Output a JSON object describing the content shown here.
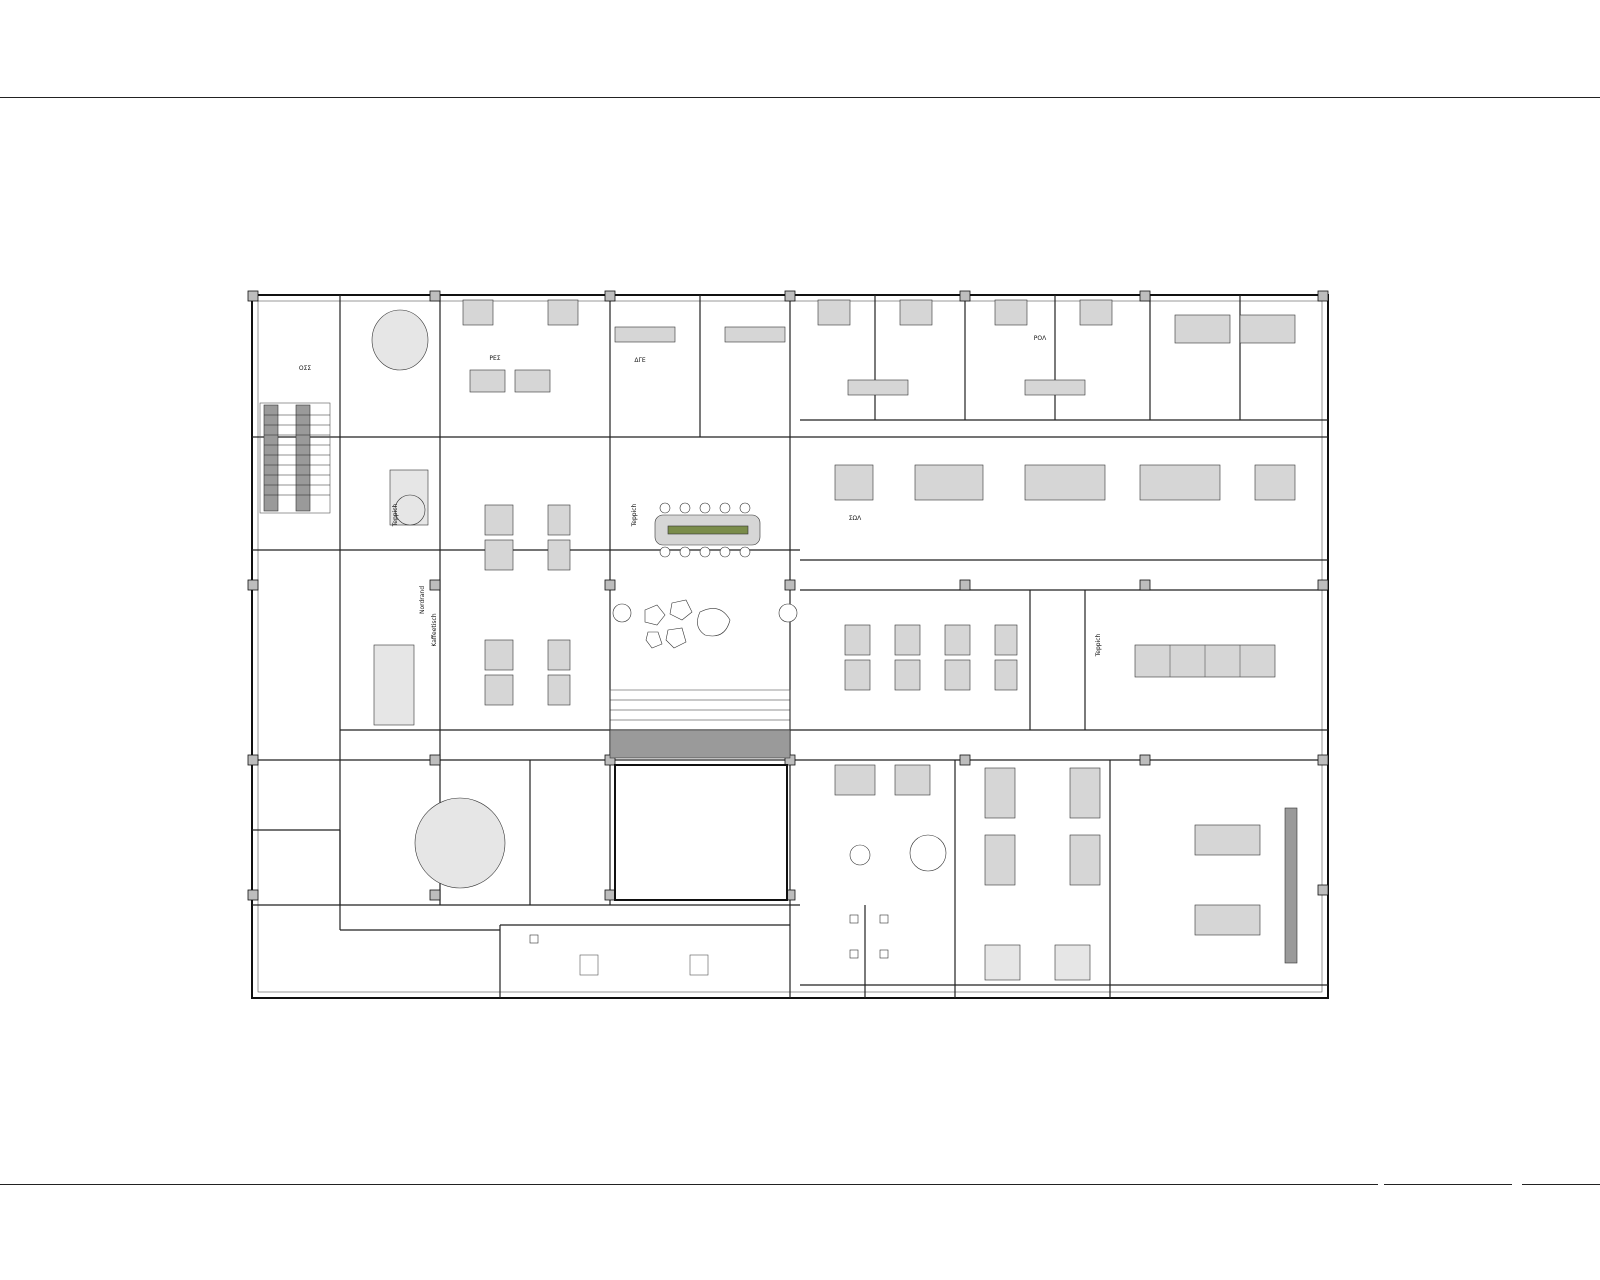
{
  "sheet": {
    "background": "#ffffff",
    "line_color": "#222222",
    "accent_green": "#7a8c4a"
  },
  "labels": {
    "rooms": [
      "ΟΣΣ",
      "ΡΕΣ",
      "ΔΓΕ",
      "ΣΩΛ",
      "ΡΟΛ"
    ],
    "furniture": [
      "Teppich",
      "Teppich",
      "Teppich",
      "Nordrand",
      "Kaffeetisch"
    ]
  }
}
